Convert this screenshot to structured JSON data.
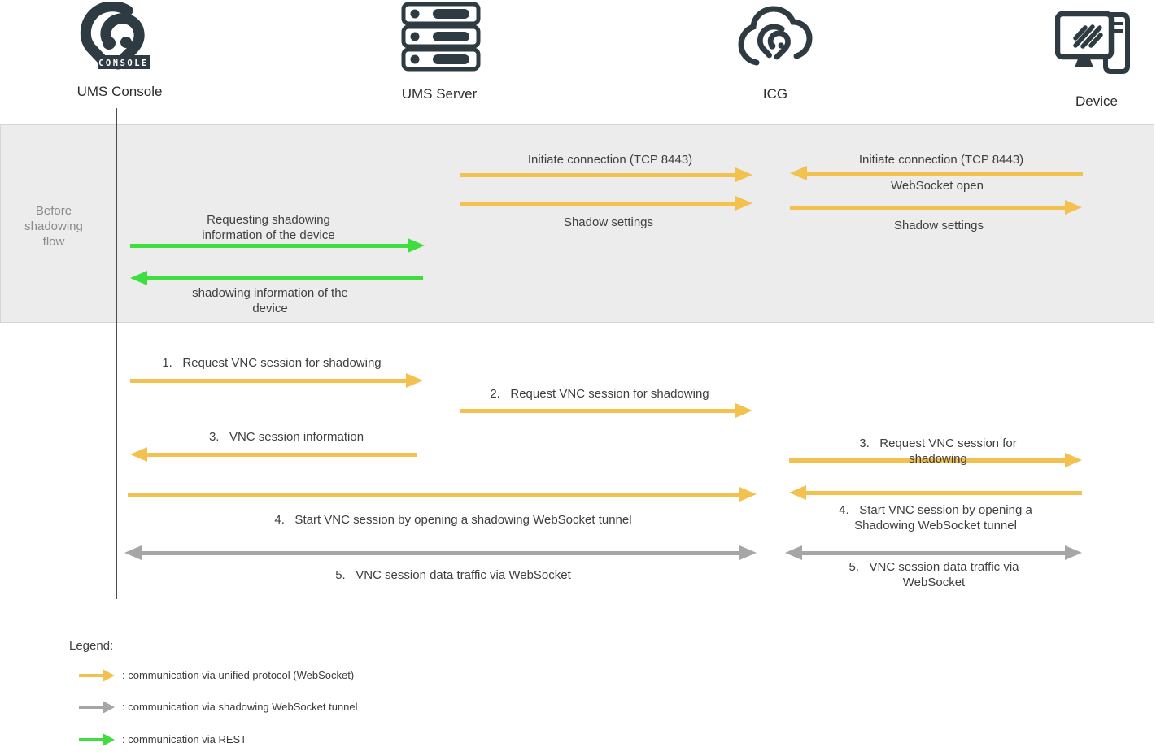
{
  "colors": {
    "accent_yellow": "#F2C14E",
    "accent_gray": "#A6A6A6",
    "accent_green": "#3EDE3E",
    "icon_dark": "#2E3B42",
    "band_background": "#ECECEC"
  },
  "actors": {
    "console": {
      "label": "UMS Console",
      "badge": "CONSOLE"
    },
    "server": {
      "label": "UMS Server"
    },
    "icg": {
      "label": "ICG"
    },
    "device": {
      "label": "Device"
    }
  },
  "band": {
    "label": "Before\nshadowing\nflow"
  },
  "messages": {
    "requesting_info": "Requesting shadowing\ninformation of the device",
    "info_of_device": "shadowing information of the\ndevice",
    "initiate_mid": "Initiate connection (TCP 8443)",
    "shadow_settings_mid": "Shadow settings",
    "initiate_right": "Initiate connection (TCP 8443)",
    "websocket_open": "WebSocket open",
    "shadow_settings_right": "Shadow settings",
    "step1": "1.   Request VNC session for shadowing",
    "step2": "2.   Request VNC session for shadowing",
    "step3_left": "3.   VNC session information",
    "step3_right": "3.   Request VNC session for shadowing",
    "step4_long": "4.   Start VNC session by opening a shadowing WebSocket tunnel",
    "step4_right": "4.   Start VNC session by opening a\nShadowing WebSocket tunnel",
    "step5_long": "5.   VNC session data traffic via WebSocket",
    "step5_right": "5.   VNC session data traffic via\nWebSocket"
  },
  "legend": {
    "title": "Legend:",
    "items": [
      {
        "style": "yellow",
        "label": ": communication via unified protocol (WebSocket)"
      },
      {
        "style": "gray",
        "label": ": communication via shadowing WebSocket tunnel"
      },
      {
        "style": "green",
        "label": ": communication via REST"
      }
    ]
  }
}
